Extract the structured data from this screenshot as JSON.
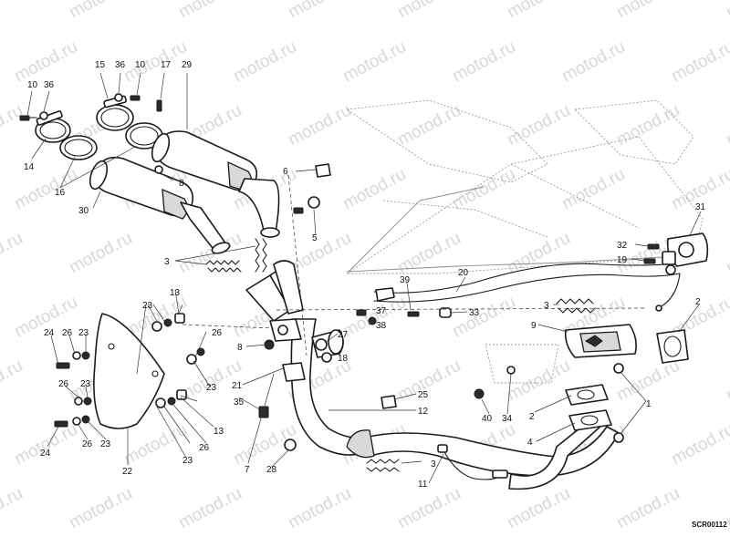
{
  "watermark": "motod.ru",
  "diagram_code": "SCR00112",
  "callouts": {
    "c10a": "10",
    "c36a": "36",
    "c15": "15",
    "c36b": "36",
    "c10b": "10",
    "c17": "17",
    "c29": "29",
    "c14": "14",
    "c16": "16",
    "c30": "30",
    "c8a": "8",
    "c6": "6",
    "c5": "5",
    "c3a": "3",
    "c31": "31",
    "c32": "32",
    "c19": "19",
    "c2a": "2",
    "c20": "20",
    "c39": "39",
    "c37": "37",
    "c38": "38",
    "c33": "33",
    "c3b": "3",
    "c9": "9",
    "c13a": "13",
    "c23a": "23",
    "c24a": "24",
    "c26a": "26",
    "c23b": "23",
    "c26b": "26",
    "c8b": "8",
    "c27": "27",
    "c18": "18",
    "c21": "21",
    "c23c": "23",
    "c26c": "26",
    "c23d": "23",
    "c35": "35",
    "c25": "25",
    "c12": "12",
    "c40": "40",
    "c34": "34",
    "c2b": "2",
    "c1": "1",
    "c4": "4",
    "c24b": "24",
    "c26d": "26",
    "c23e": "23",
    "c13b": "13",
    "c26e": "26",
    "c23f": "23",
    "c22": "22",
    "c7": "7",
    "c28": "28",
    "c3c": "3",
    "c11": "11"
  }
}
